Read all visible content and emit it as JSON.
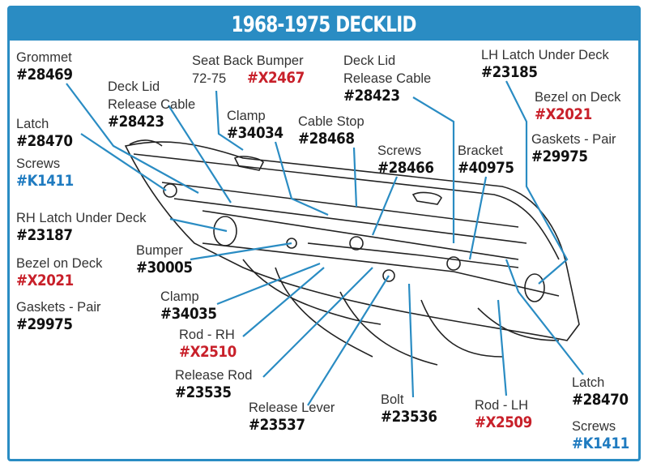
{
  "title": "1968-1975 DECKLID",
  "colors": {
    "accent": "#2a8cc3",
    "red": "#c8202a",
    "blue": "#1f7bc0"
  },
  "labels": [
    {
      "name": "Grommet",
      "part": "#28469"
    },
    {
      "name": "Latch",
      "part": "#28470"
    },
    {
      "name": "Screws",
      "part": "#K1411"
    },
    {
      "name": "RH Latch Under Deck",
      "part": "#23187"
    },
    {
      "name": "Bezel on Deck",
      "part": "#X2021"
    },
    {
      "name": "Gaskets - Pair",
      "part": "#29975"
    },
    {
      "name": "Deck Lid\nRelease Cable",
      "part": "#28423"
    },
    {
      "name": "Seat Back Bumper\n72-75",
      "part": "#X2467"
    },
    {
      "name": "Clamp",
      "part": "#34034"
    },
    {
      "name": "Cable Stop",
      "part": "#28468"
    },
    {
      "name": "Deck Lid\nRelease Cable",
      "part": "#28423"
    },
    {
      "name": "Screws",
      "part": "#28466"
    },
    {
      "name": "Bracket",
      "part": "#40975"
    },
    {
      "name": "LH Latch Under Deck",
      "part": "#23185"
    },
    {
      "name": "Bezel on Deck",
      "part": "#X2021"
    },
    {
      "name": "Gaskets - Pair",
      "part": "#29975"
    },
    {
      "name": "Bumper",
      "part": "#30005"
    },
    {
      "name": "Clamp",
      "part": "#34035"
    },
    {
      "name": "Rod - RH",
      "part": "#X2510"
    },
    {
      "name": "Release Rod",
      "part": "#23535"
    },
    {
      "name": "Release Lever",
      "part": "#23537"
    },
    {
      "name": "Bolt",
      "part": "#23536"
    },
    {
      "name": "Rod - LH",
      "part": "#X2509"
    },
    {
      "name": "Latch",
      "part": "#28470"
    },
    {
      "name": "Screws",
      "part": "#K1411"
    }
  ]
}
